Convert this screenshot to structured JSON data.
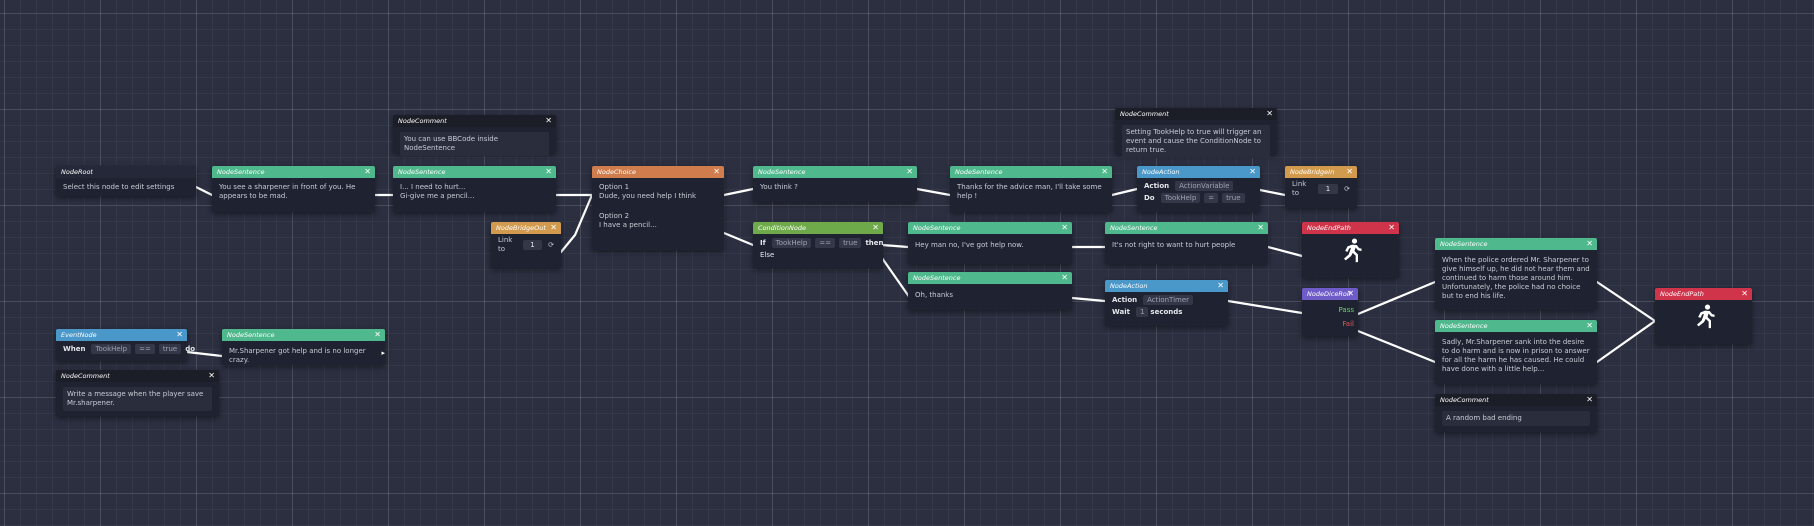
{
  "colors": {
    "sentence": "#4fb88c",
    "choice": "#d07c4c",
    "bridge": "#d29a4c",
    "condition": "#6eaa4a",
    "action": "#4a97c9",
    "end": "#d0344a",
    "dice": "#6f5cc8",
    "event": "#4a97c9",
    "comment": "#1b1d27",
    "root": "#252838"
  },
  "nodes": {
    "root": {
      "title": "NodeRoot",
      "text": "Select this node to edit settings"
    },
    "s1": {
      "title": "NodeSentence",
      "text": "You see a sharpener in front of you. He appears to be mad."
    },
    "c1": {
      "title": "NodeComment",
      "text": "You can use BBCode inside NodeSentence"
    },
    "s2": {
      "title": "NodeSentence",
      "line1": "I... I need to hurt...",
      "line2": "Gi-give me a pencil..."
    },
    "bridge_out": {
      "title": "NodeBridgeOut",
      "label": "Link to",
      "value": "1"
    },
    "choice": {
      "title": "NodeChoice",
      "opt1_title": "Option 1",
      "opt1_text": "Dude, you need help I think",
      "opt2_title": "Option 2",
      "opt2_text": "I have a pencil..."
    },
    "s3": {
      "title": "NodeSentence",
      "text": "You think ?"
    },
    "cond": {
      "title": "ConditionNode",
      "if": "If",
      "var": "TookHelp",
      "op": "==",
      "val": "true",
      "then": "then",
      "else": "Else"
    },
    "s4": {
      "title": "NodeSentence",
      "text": "Thanks for the advice man, I'll take some help !"
    },
    "c2": {
      "title": "NodeComment",
      "text": "Setting TookHelp to true will trigger an event and cause the ConditionNode to return true."
    },
    "action1": {
      "title": "NodeAction",
      "action_label": "Action",
      "action_value": "ActionVariable",
      "do_label": "Do",
      "var": "TookHelp",
      "eq": "=",
      "val": "true"
    },
    "bridge_in": {
      "title": "NodeBridgeIn",
      "label": "Link to",
      "value": "1"
    },
    "s5": {
      "title": "NodeSentence",
      "text": "Hey man no, I've got help now."
    },
    "s6": {
      "title": "NodeSentence",
      "text": "Oh, thanks"
    },
    "s7": {
      "title": "NodeSentence",
      "text": "It's not right to want to hurt people"
    },
    "action2": {
      "title": "NodeAction",
      "action_label": "Action",
      "action_value": "ActionTimer",
      "wait_label": "Wait",
      "wait_value": "1",
      "unit": "seconds"
    },
    "end1": {
      "title": "NodeEndPath"
    },
    "dice": {
      "title": "NodeDiceRoll",
      "pass": "Pass",
      "fail": "Fail"
    },
    "s8": {
      "title": "NodeSentence",
      "text": "When the police ordered Mr. Sharpener to give himself up, he did not hear them and continued to harm those around him. Unfortunately, the police had no choice but to end his life."
    },
    "s9": {
      "title": "NodeSentence",
      "text": "Sadly, Mr.Sharpener sank into the desire to do harm and is now in prison to answer for all the harm he has caused. He could have done with a little help..."
    },
    "c3": {
      "title": "NodeComment",
      "text": "A random bad ending"
    },
    "end2": {
      "title": "NodeEndPath"
    },
    "event": {
      "title": "EventNode",
      "when": "When",
      "var": "TookHelp",
      "op": "==",
      "val": "true",
      "do": "do"
    },
    "s10": {
      "title": "NodeSentence",
      "text": "Mr.Sharpener got help and is no longer crazy."
    },
    "c4": {
      "title": "NodeComment",
      "text": "Write a message when the player save Mr.sharpener."
    }
  },
  "icons": {
    "close": "close-icon",
    "runner": "running-man-icon"
  }
}
